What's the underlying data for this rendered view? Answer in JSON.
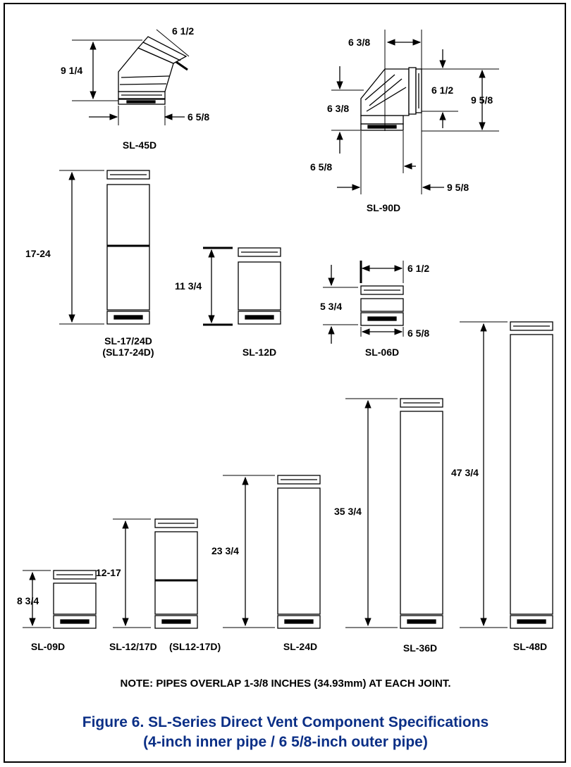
{
  "figure": {
    "caption_line1": "Figure 6.   SL-Series Direct Vent Component Specifications",
    "caption_line2": "(4-inch inner pipe / 6 5/8-inch outer pipe)",
    "caption_color": "#0b2f86"
  },
  "note": "NOTE:  PIPES OVERLAP 1-3/8 INCHES (34.93mm) AT EACH JOINT.",
  "components": {
    "sl45d": {
      "name": "SL-45D",
      "dims": [
        "6 1/2",
        "9 1/4",
        "6 5/8"
      ]
    },
    "sl90d": {
      "name": "SL-90D",
      "dims": [
        "6 3/8",
        "6 1/2",
        "9 5/8",
        "6 3/8",
        "6 5/8",
        "9 5/8"
      ]
    },
    "sl1724d": {
      "name": "SL-17/24D",
      "alt_name": "(SL17-24D)",
      "dims": [
        "17-24"
      ]
    },
    "sl12d": {
      "name": "SL-12D",
      "dims": [
        "11 3/4"
      ]
    },
    "sl06d": {
      "name": "SL-06D",
      "dims": [
        "6 1/2",
        "5 3/4",
        "6 5/8"
      ]
    },
    "sl09d": {
      "name": "SL-09D",
      "dims": [
        "8 3/4"
      ]
    },
    "sl1217d": {
      "name": "SL-12/17D",
      "alt_name": "(SL12-17D)",
      "dims": [
        "12-17"
      ]
    },
    "sl24d": {
      "name": "SL-24D",
      "dims": [
        "23 3/4"
      ]
    },
    "sl36d": {
      "name": "SL-36D",
      "dims": [
        "35 3/4"
      ]
    },
    "sl48d": {
      "name": "SL-48D",
      "dims": [
        "47 3/4"
      ]
    }
  }
}
